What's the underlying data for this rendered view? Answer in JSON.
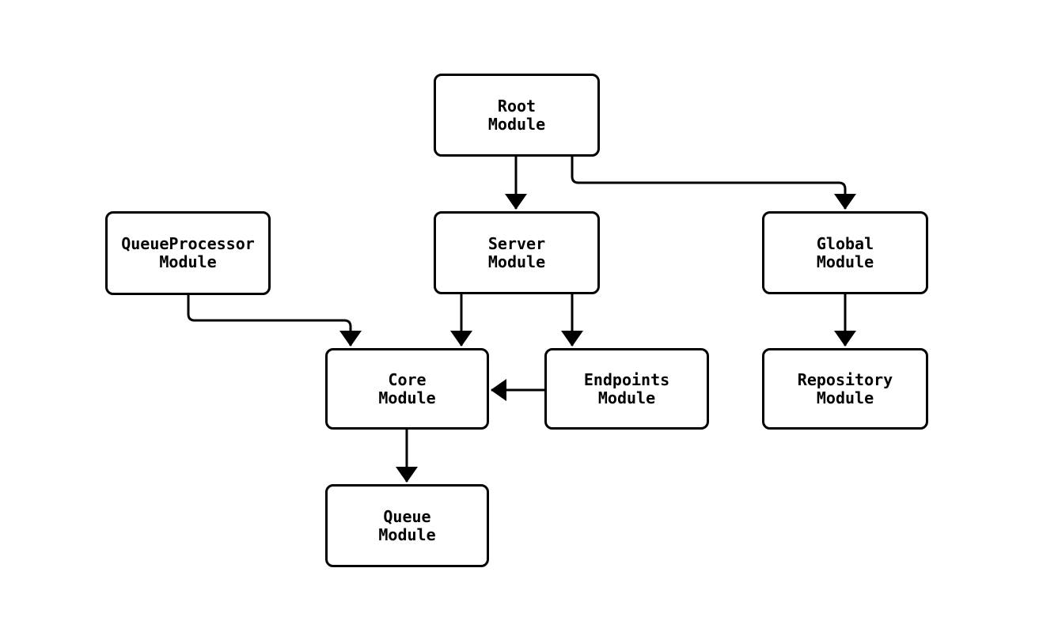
{
  "diagram": {
    "type": "flowchart",
    "direction": "top-down",
    "colors": {
      "background": "#ffffff",
      "node_fill": "#ffffff",
      "node_border": "#000000",
      "edge_stroke": "#000000",
      "text": "#000000"
    },
    "nodes": [
      {
        "id": "root",
        "label": "Root\nModule"
      },
      {
        "id": "queueprocessor",
        "label": "QueueProcessor\nModule"
      },
      {
        "id": "server",
        "label": "Server\nModule"
      },
      {
        "id": "global",
        "label": "Global\nModule"
      },
      {
        "id": "core",
        "label": "Core\nModule"
      },
      {
        "id": "endpoints",
        "label": "Endpoints\nModule"
      },
      {
        "id": "repository",
        "label": "Repository\nModule"
      },
      {
        "id": "queue",
        "label": "Queue\nModule"
      }
    ],
    "edges": [
      {
        "from": "root",
        "to": "server"
      },
      {
        "from": "root",
        "to": "global"
      },
      {
        "from": "queueprocessor",
        "to": "core"
      },
      {
        "from": "server",
        "to": "core"
      },
      {
        "from": "server",
        "to": "endpoints"
      },
      {
        "from": "endpoints",
        "to": "core"
      },
      {
        "from": "global",
        "to": "repository"
      },
      {
        "from": "core",
        "to": "queue"
      }
    ]
  }
}
